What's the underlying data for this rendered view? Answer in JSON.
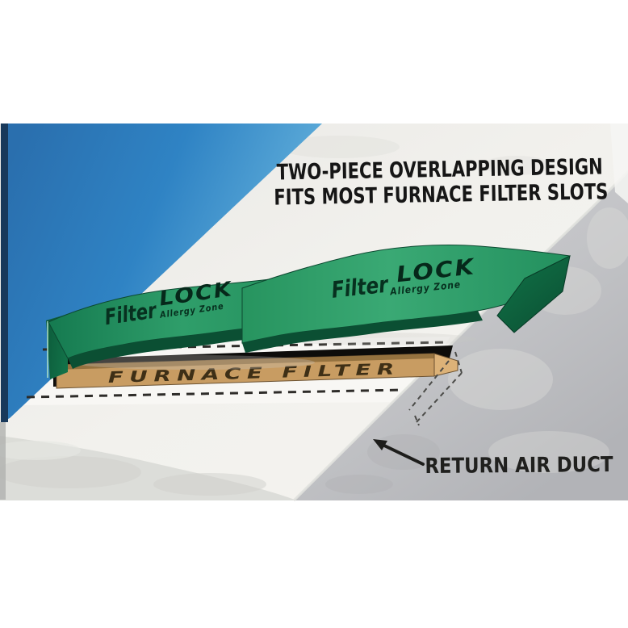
{
  "illustration": {
    "headline": {
      "line1": "TWO-PIECE OVERLAPPING DESIGN",
      "line2": "FITS MOST FURNACE FILTER SLOTS"
    },
    "product": {
      "left_piece": {
        "brand": "Filter",
        "brand_bold": "LOCK",
        "subbrand": "Allergy Zone"
      },
      "right_piece": {
        "brand": "Filter",
        "brand_bold": "LOCK",
        "subbrand": "Allergy Zone"
      }
    },
    "furnace_filter": {
      "label": "FURNACE FILTER"
    },
    "duct": {
      "label": "RETURN AIR DUCT"
    },
    "annotations": {
      "arrow_icon": "arrow-pointing-to-duct-edge",
      "dashed_lines": "filter-slot-guide-lines"
    },
    "colors": {
      "background_blue": "#2f83c4",
      "navy_border": "#18395b",
      "green_cover": "#2a9a66",
      "green_edge": "#0b4f33",
      "filter_tan": "#c89c62",
      "duct_face": "#efeeea",
      "duct_wall_gray": "#c0c1c4",
      "slot_black": "#0d0c0a",
      "text_black": "#161616"
    }
  }
}
